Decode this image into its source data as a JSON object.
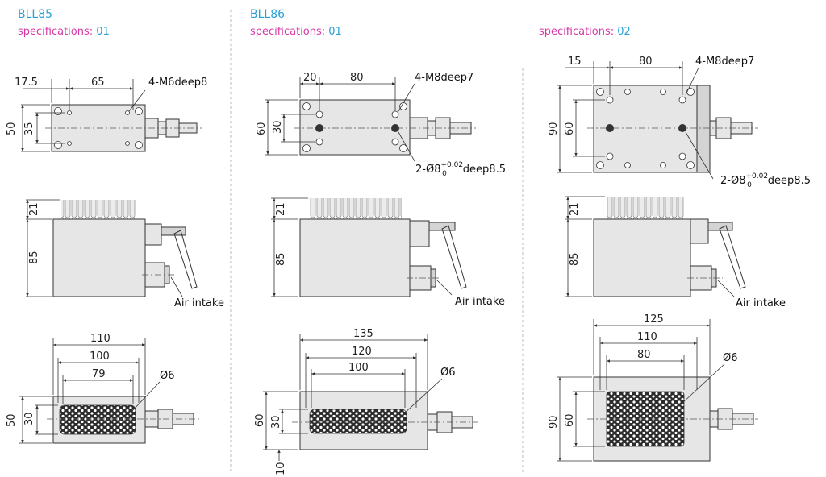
{
  "sections": [
    {
      "model": "BLL85",
      "spec_label": "specifications:",
      "spec_value": "01"
    },
    {
      "model": "BLL86",
      "spec_label": "specifications:",
      "spec_value": "01"
    },
    {
      "model": "",
      "spec_label": "specifications:",
      "spec_value": "02"
    }
  ],
  "bll85": {
    "top": {
      "d1": "17.5",
      "d2": "65",
      "thread": "4-M6deep8",
      "h1": "50",
      "h2": "35"
    },
    "side": {
      "h1": "21",
      "h2": "85",
      "air": "Air intake"
    },
    "front": {
      "w1": "110",
      "w2": "100",
      "w3": "79",
      "dia": "Ø6",
      "h1": "50",
      "h2": "30"
    }
  },
  "bll86": {
    "top": {
      "d1": "20",
      "d2": "80",
      "thread": "4-M8deep7",
      "pin": "2-Ø8",
      "tol_up": "+0.02",
      "tol_lo": "0",
      "pin_depth": "deep8.5",
      "h1": "60",
      "h2": "30"
    },
    "side": {
      "h1": "21",
      "h2": "85",
      "air": "Air intake"
    },
    "front": {
      "w1": "135",
      "w2": "120",
      "w3": "100",
      "dia": "Ø6",
      "h1": "60",
      "h2": "30",
      "h3": "10"
    }
  },
  "spec02": {
    "top": {
      "d1": "15",
      "d2": "80",
      "thread": "4-M8deep7",
      "pin": "2-Ø8",
      "tol_up": "+0.02",
      "tol_lo": "0",
      "pin_depth": "deep8.5",
      "h1": "90",
      "h2": "60"
    },
    "side": {
      "h1": "21",
      "h2": "85",
      "air": "Air intake"
    },
    "front": {
      "w1": "125",
      "w2": "110",
      "w3": "80",
      "dia": "Ø6",
      "h1": "90",
      "h2": "60"
    }
  },
  "colors": {
    "model": "#2aa0d8",
    "spec_label": "#d63aa7",
    "spec_value": "#2aa0d8"
  }
}
